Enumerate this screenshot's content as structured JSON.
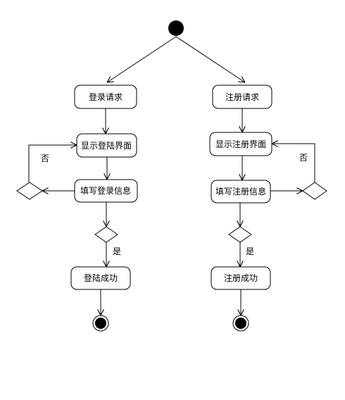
{
  "left": {
    "request": "登录请求",
    "show_ui": "显示登陆界面",
    "fill_info": "填写登录信息",
    "no_label": "否",
    "yes_label": "是",
    "success": "登陆成功"
  },
  "right": {
    "request": "注册请求",
    "show_ui": "显示注册界面",
    "fill_info": "填写注册信息",
    "no_label": "否",
    "yes_label": "是",
    "success": "注册成功"
  }
}
